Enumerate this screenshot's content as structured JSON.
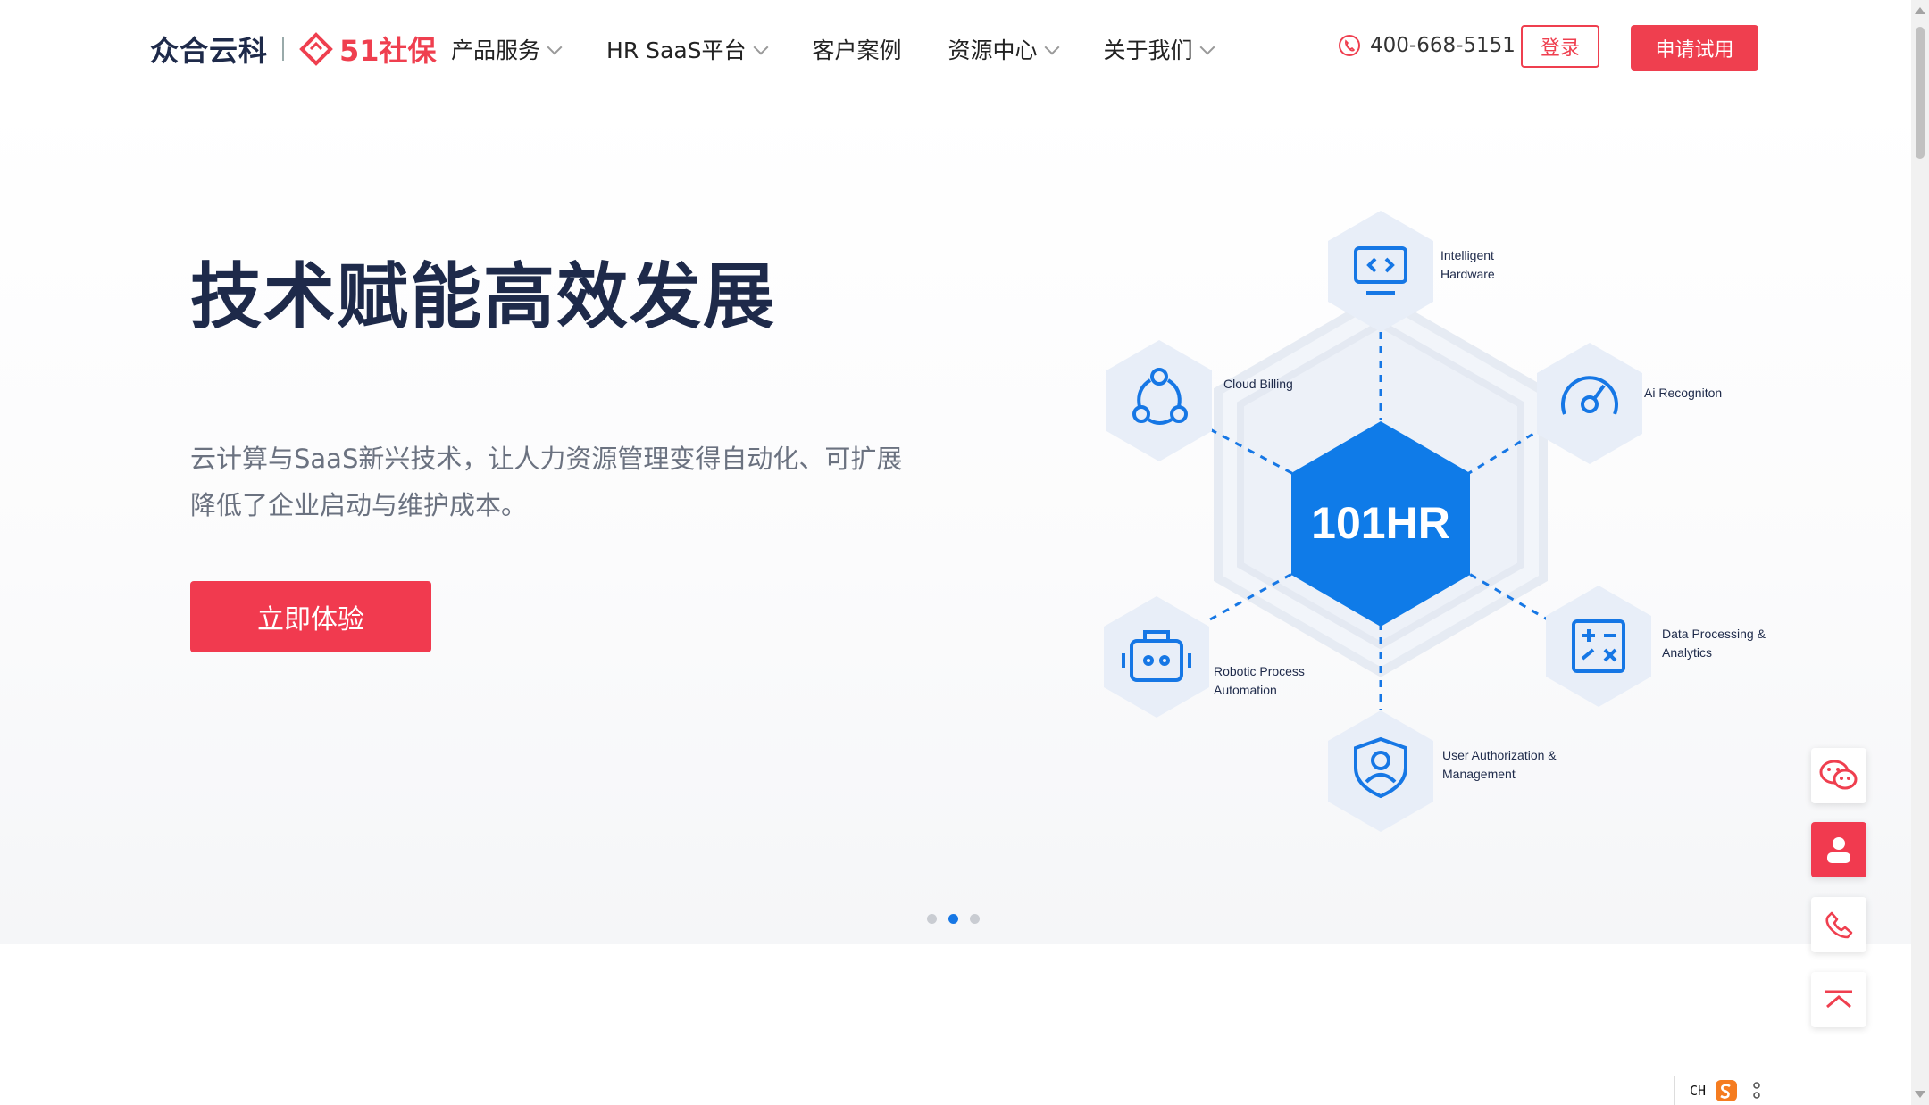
{
  "header": {
    "brand_primary": "众合云科",
    "brand_secondary": "51社保",
    "nav": [
      {
        "label": "产品服务",
        "has_dropdown": true
      },
      {
        "label": "HR SaaS平台",
        "has_dropdown": true
      },
      {
        "label": "客户案例",
        "has_dropdown": false
      },
      {
        "label": "资源中心",
        "has_dropdown": true
      },
      {
        "label": "关于我们",
        "has_dropdown": true
      }
    ],
    "phone": "400-668-5151",
    "login_label": "登录",
    "trial_label": "申请试用"
  },
  "hero": {
    "title": "技术赋能高效发展",
    "subtitle_line1": "云计算与SaaS新兴技术，让人力资源管理变得自动化、可扩展",
    "subtitle_line2": "降低了企业启动与维护成本。",
    "cta_label": "立即体验",
    "carousel": {
      "count": 3,
      "active_index": 1
    }
  },
  "diagram": {
    "center_label": "101HR",
    "nodes": [
      {
        "id": "hardware",
        "label_line1": "Intelligent",
        "label_line2": "Hardware",
        "icon": "monitor-code-icon"
      },
      {
        "id": "billing",
        "label_line1": "Cloud Billing",
        "label_line2": "",
        "icon": "cloud-share-icon"
      },
      {
        "id": "ai",
        "label_line1": "Ai Recogniton",
        "label_line2": "",
        "icon": "gauge-icon"
      },
      {
        "id": "robotic",
        "label_line1": "Robotic Process",
        "label_line2": "Automation",
        "icon": "robot-icon"
      },
      {
        "id": "data",
        "label_line1": "Data Processing &",
        "label_line2": "Analytics",
        "icon": "calculator-icon"
      },
      {
        "id": "user",
        "label_line1": "User Authorization &",
        "label_line2": "Management",
        "icon": "shield-user-icon"
      }
    ]
  },
  "side_widgets": [
    "wechat-icon",
    "user-icon",
    "phone-icon",
    "back-to-top-icon"
  ],
  "ime": {
    "label": "CH"
  },
  "colors": {
    "accent_red": "#ef3f4f",
    "accent_blue": "#1677e5",
    "title_navy": "#1e2a4a"
  }
}
